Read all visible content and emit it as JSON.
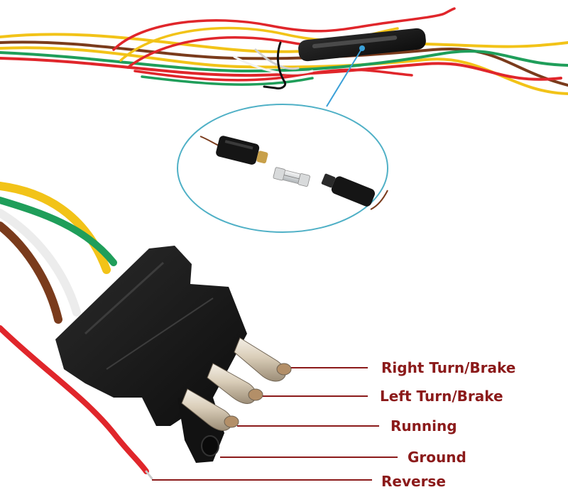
{
  "labels": {
    "right_turn_brake": "Right Turn/Brake",
    "left_turn_brake": "Left Turn/Brake",
    "running": "Running",
    "ground": "Ground",
    "reverse": "Reverse"
  },
  "colors": {
    "label_text": "#8b1a1a",
    "leader_line": "#8b1a1a",
    "fuse_pointer": "#3aa0d8",
    "inset_outline": "#4fb0c6",
    "wire_yellow": "#f2c318",
    "wire_green": "#1f9e5a",
    "wire_brown": "#7a3b1c",
    "wire_white": "#f2f2f2",
    "wire_red": "#e0262b",
    "connector_body": "#1a1a1a"
  }
}
